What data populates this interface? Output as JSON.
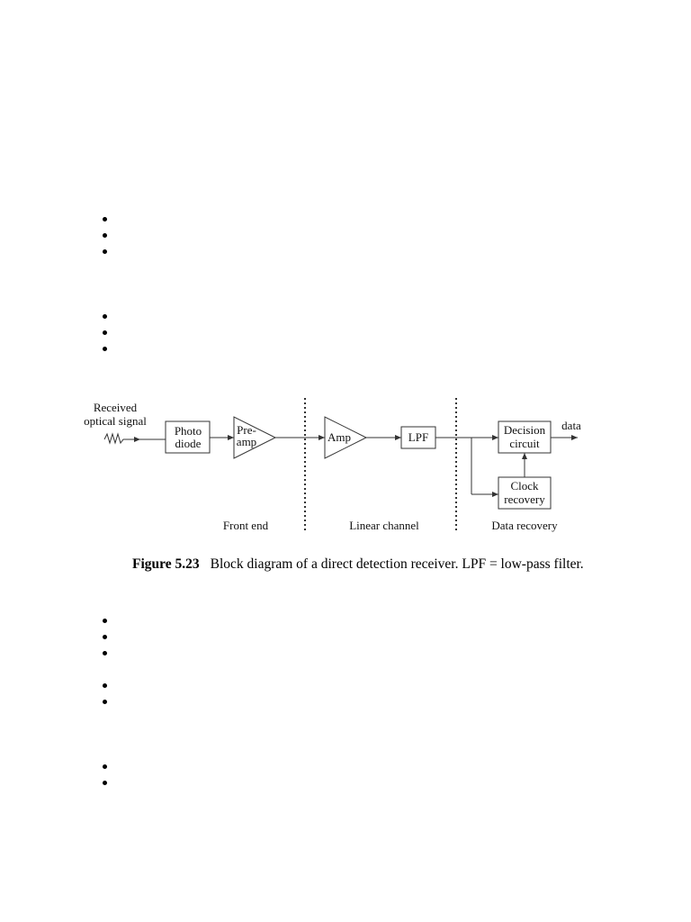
{
  "figure": {
    "received_label_line1": "Received",
    "received_label_line2": "optical signal",
    "photodiode_line1": "Photo",
    "photodiode_line2": "diode",
    "preamp_line1": "Pre-",
    "preamp_line2": "amp",
    "amp_label": "Amp",
    "lpf_label": "LPF",
    "decision_line1": "Decision",
    "decision_line2": "circuit",
    "clock_line1": "Clock",
    "clock_line2": "recovery",
    "output_label": "data",
    "section_front_end": "Front end",
    "section_linear_channel": "Linear channel",
    "section_data_recovery": "Data recovery",
    "caption_number": "Figure 5.23",
    "caption_text": "Block diagram of a direct detection receiver. LPF = low-pass filter."
  },
  "colors": {
    "line": "#333333",
    "text": "#111111"
  },
  "bullet_groups": [
    3,
    3,
    3,
    2,
    2
  ]
}
